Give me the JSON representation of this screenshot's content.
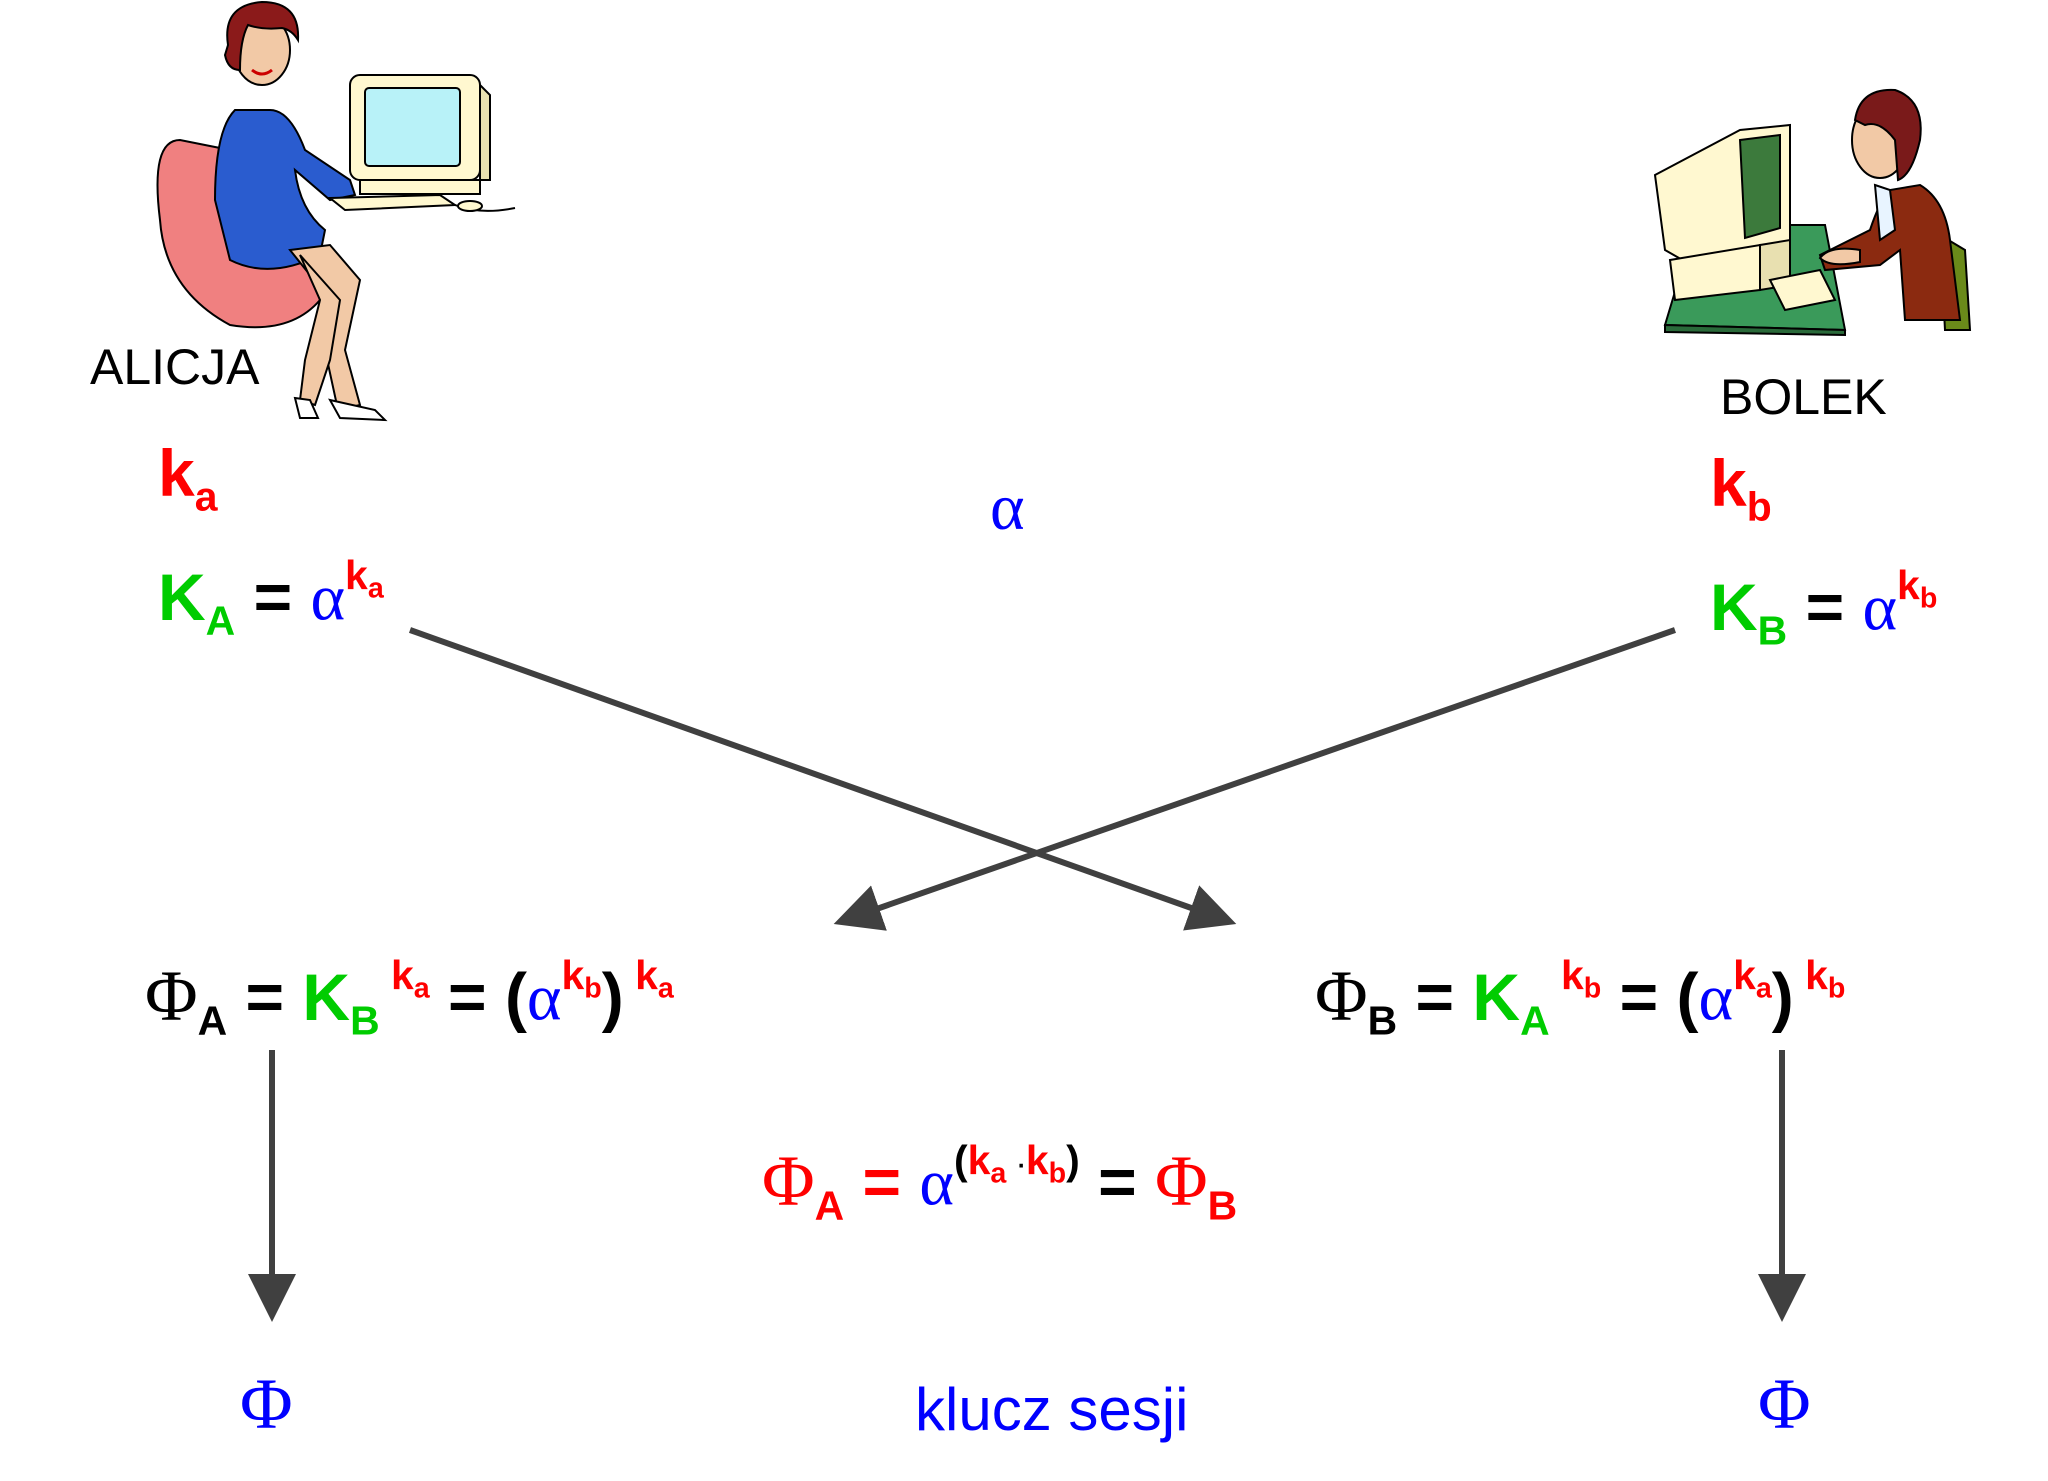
{
  "alice": {
    "name": "ALICJA"
  },
  "bob": {
    "name": "BOLEK"
  },
  "symbols": {
    "k": "k",
    "K": "K",
    "alpha": "α",
    "Phi": "Φ",
    "a": "a",
    "b": "b",
    "A": "A",
    "B": "B",
    "eq": "=",
    "open": "(",
    "close": ")",
    "dot": "·"
  },
  "session_key_label": "klucz sesji",
  "colors": {
    "private": "#ff0000",
    "public": "#00cc00",
    "alpha": "#0000ff",
    "arrow": "#404040"
  }
}
